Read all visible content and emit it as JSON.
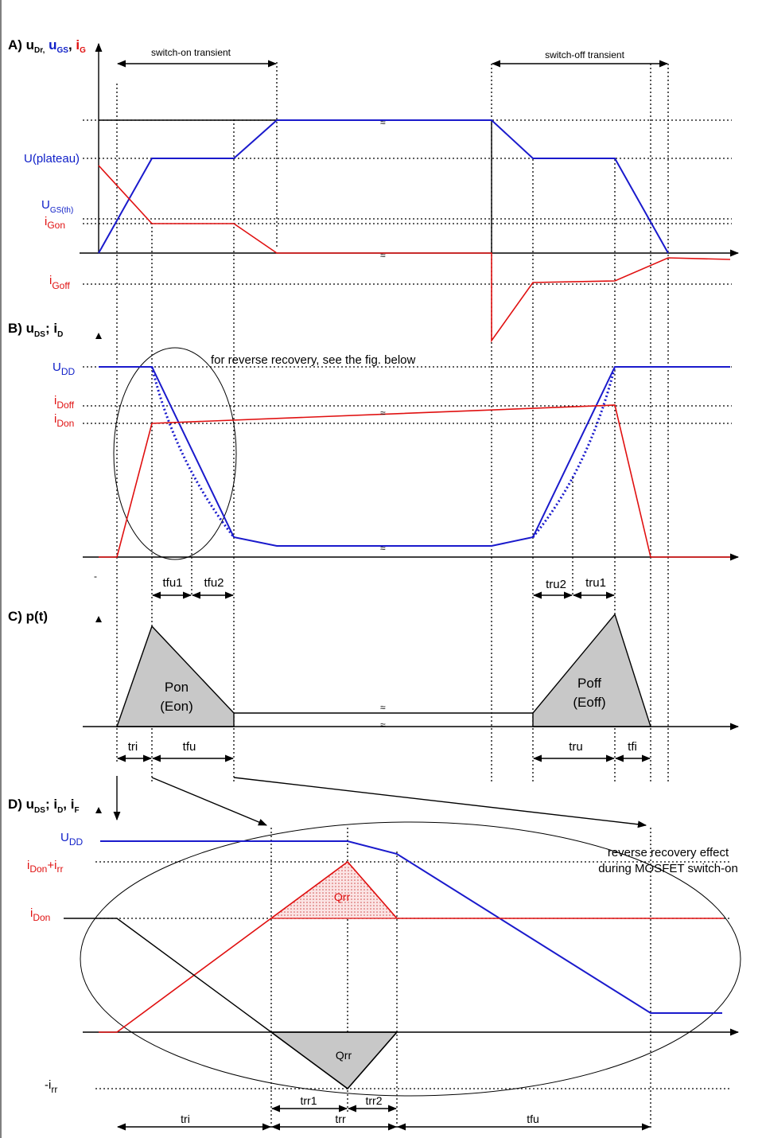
{
  "panel_a": {
    "title": "A) u",
    "title_sub_dr": "Dr,",
    "title_u": " u",
    "title_sub_gs": "GS",
    "title_comma": ", ",
    "title_i": "i",
    "title_sub_g": "G",
    "switch_on_label": "switch-on transient",
    "switch_off_label": "switch-off transient",
    "u_plateau": "U(plateau)",
    "u_gs_th": "U",
    "u_gs_th_sub": "GS(th)",
    "i_gon": "i",
    "i_gon_sub": "Gon",
    "i_goff": "i",
    "i_goff_sub": "Goff"
  },
  "panel_b": {
    "title": "B) u",
    "title_sub_ds": "DS",
    "title_sep": "; i",
    "title_sub_d": "D",
    "note": "for reverse recovery, see the fig. below",
    "u_dd": "U",
    "u_dd_sub": "DD",
    "i_doff": "i",
    "i_doff_sub": "Doff",
    "i_don": "i",
    "i_don_sub": "Don",
    "tfu1": "tfu1",
    "tfu2": "tfu2",
    "tru2": "tru2",
    "tru1": "tru1"
  },
  "panel_c": {
    "title": "C)  p(t)",
    "pon": "Pon",
    "eon": "(Eon)",
    "poff": "Poff",
    "eoff": "(Eoff)",
    "tri": "tri",
    "tfu": "tfu",
    "tru": "tru",
    "tfi": "tfi"
  },
  "panel_d": {
    "title": "D) u",
    "title_sub_ds": "DS",
    "title_sep1": "; i",
    "title_sub_d": "D",
    "title_sep2": ", i",
    "title_sub_f": "F",
    "u_dd": "U",
    "u_dd_sub": "DD",
    "i_don_irr": "i",
    "i_don_irr_sub1": "Don",
    "i_don_irr_plus": "+i",
    "i_don_irr_sub2": "rr",
    "i_don": "i",
    "i_don_sub": "Don",
    "minus_irr": "-i",
    "minus_irr_sub": "rr",
    "qrr_top": "Qrr",
    "qrr_bottom": "Qrr",
    "note_line1": "reverse recovery effect",
    "note_line2": "during MOSFET switch-on",
    "trr1": "trr1",
    "trr2": "trr2",
    "tri": "tri",
    "trr": "trr",
    "tfu": "tfu"
  },
  "colors": {
    "gate_voltage": "#1a1acc",
    "gate_current": "#e01010",
    "power_fill": "#c8c8c8",
    "qrr_fill": "#f4c8c8"
  }
}
